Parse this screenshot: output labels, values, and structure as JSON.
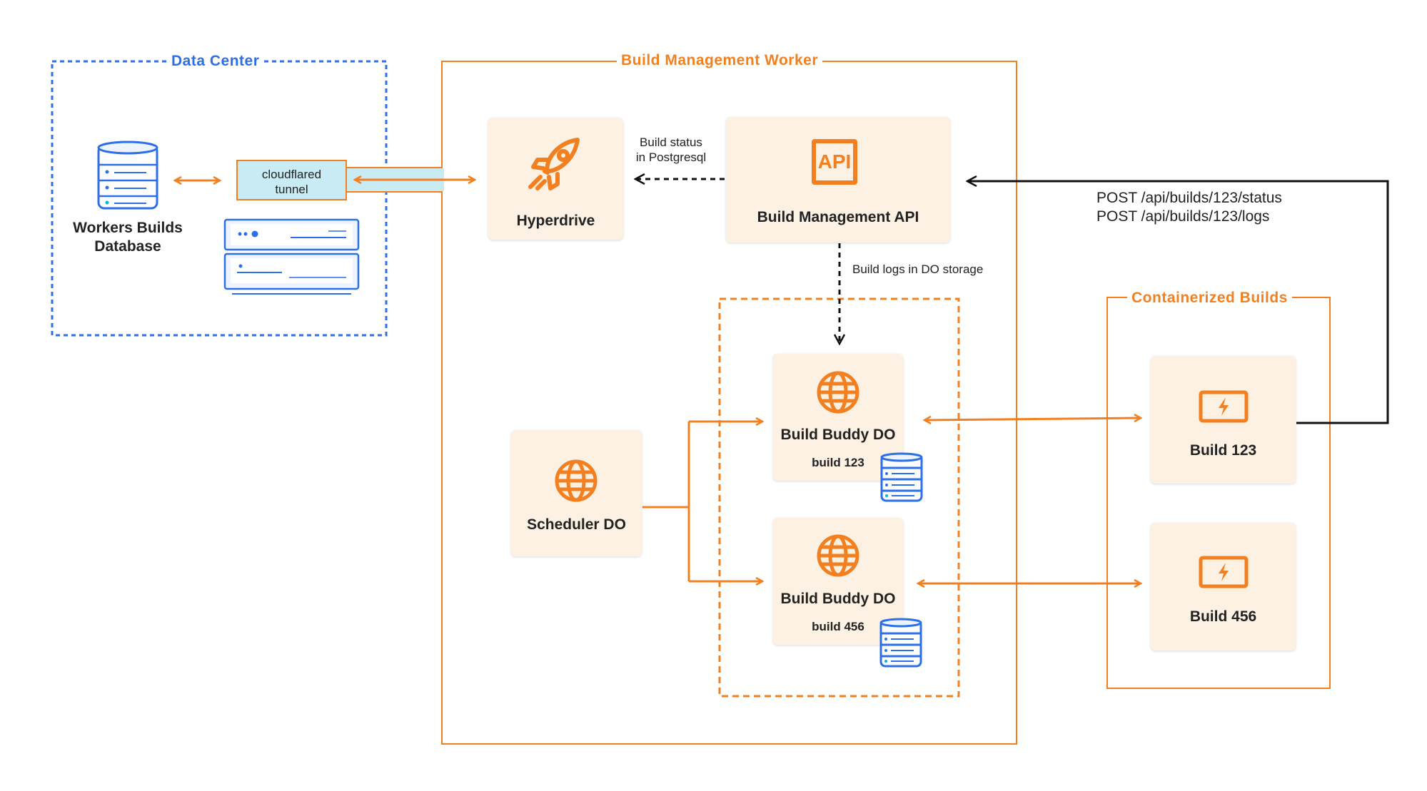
{
  "colors": {
    "orange": "#f38020",
    "blue": "#2c6fe8",
    "node_fill": "#fdf1e4",
    "tunnel_fill": "#c9ebf4",
    "black": "#111111"
  },
  "groups": {
    "data_center": "Data Center",
    "build_management_worker": "Build Management Worker",
    "containerized_builds": "Containerized Builds"
  },
  "nodes": {
    "workers_db": {
      "label_line1": "Workers Builds",
      "label_line2": "Database",
      "icon": "database-icon"
    },
    "tunnel": {
      "line1": "cloudflared",
      "line2": "tunnel"
    },
    "hyperdrive": {
      "label": "Hyperdrive",
      "icon": "rocket-icon"
    },
    "api": {
      "label": "Build Management API",
      "icon": "api-icon",
      "icon_text": "API"
    },
    "scheduler": {
      "label": "Scheduler DO",
      "icon": "globe-icon"
    },
    "buddy_123": {
      "label": "Build Buddy DO",
      "sub": "build 123",
      "icon": "globe-icon"
    },
    "buddy_456": {
      "label": "Build Buddy DO",
      "sub": "build 456",
      "icon": "globe-icon"
    },
    "build_123": {
      "label": "Build 123",
      "icon": "container-bolt-icon"
    },
    "build_456": {
      "label": "Build 456",
      "icon": "container-bolt-icon"
    }
  },
  "edges": {
    "build_status_line1": "Build status",
    "build_status_line2": "in Postgresql",
    "build_logs": "Build logs in DO storage",
    "post_status": "POST /api/builds/123/status",
    "post_logs": "POST /api/builds/123/logs"
  }
}
